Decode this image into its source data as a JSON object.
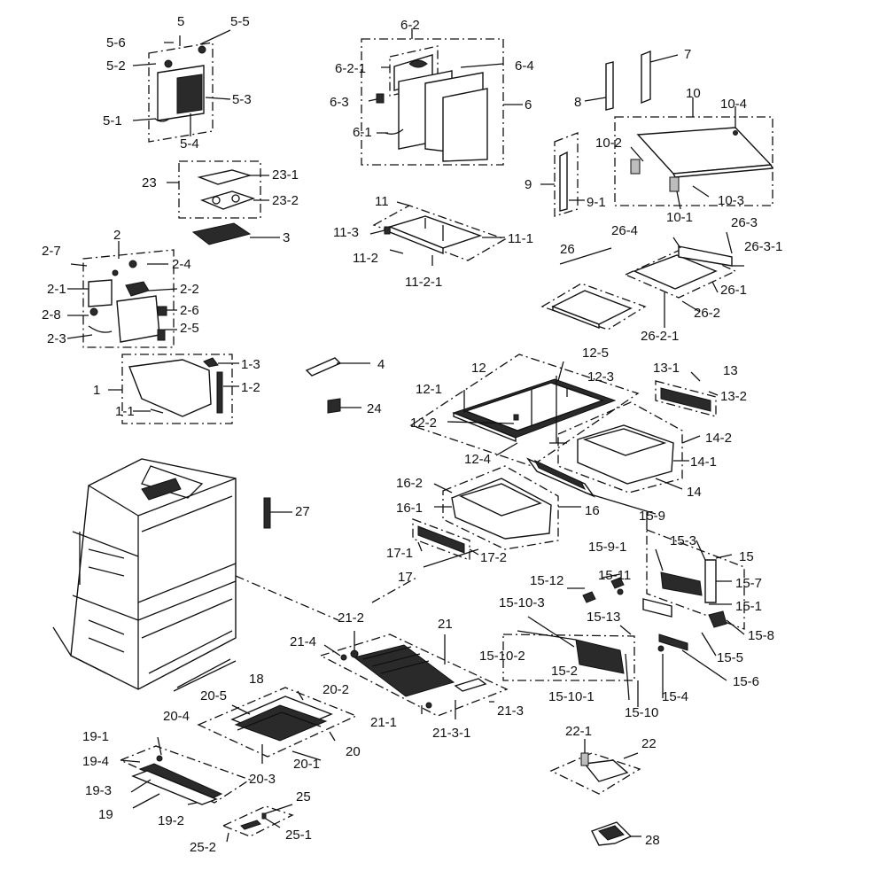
{
  "diagram": {
    "labels": [
      "5",
      "5-5",
      "5-6",
      "5-2",
      "5-3",
      "5-1",
      "5-4",
      "6-2",
      "6-2-1",
      "6-4",
      "6-3",
      "6",
      "6-1",
      "7",
      "8",
      "10",
      "10-4",
      "10-2",
      "10-3",
      "10-1",
      "9",
      "9-1",
      "23",
      "23-1",
      "23-2",
      "3",
      "11",
      "11-3",
      "11-1",
      "11-2",
      "11-2-1",
      "26",
      "26-4",
      "26-3",
      "26-3-1",
      "26-1",
      "26-2",
      "26-2-1",
      "2",
      "2-7",
      "2-4",
      "2-1",
      "2-2",
      "2-8",
      "2-6",
      "2-3",
      "2-5",
      "1",
      "1-3",
      "1-2",
      "1-1",
      "4",
      "24",
      "12",
      "12-5",
      "12-1",
      "12-3",
      "12-2",
      "12-4",
      "13-1",
      "13",
      "13-2",
      "14-2",
      "14-1",
      "14",
      "16-2",
      "16-1",
      "16",
      "15-9",
      "27",
      "17-1",
      "17-2",
      "17",
      "15-9-1",
      "15-3",
      "15",
      "15-12",
      "15-11",
      "15-7",
      "15-10-3",
      "15-1",
      "15-13",
      "15-8",
      "21-2",
      "21",
      "21-4",
      "15-10-2",
      "15-2",
      "15-5",
      "15-6",
      "15-10-1",
      "15-4",
      "15-10",
      "18",
      "20-5",
      "20-2",
      "20-4",
      "21-1",
      "21-3",
      "21-3-1",
      "20",
      "20-1",
      "20-3",
      "19-1",
      "19-4",
      "19-3",
      "19",
      "19-2",
      "22-1",
      "22",
      "25",
      "25-1",
      "25-2",
      "28"
    ]
  }
}
